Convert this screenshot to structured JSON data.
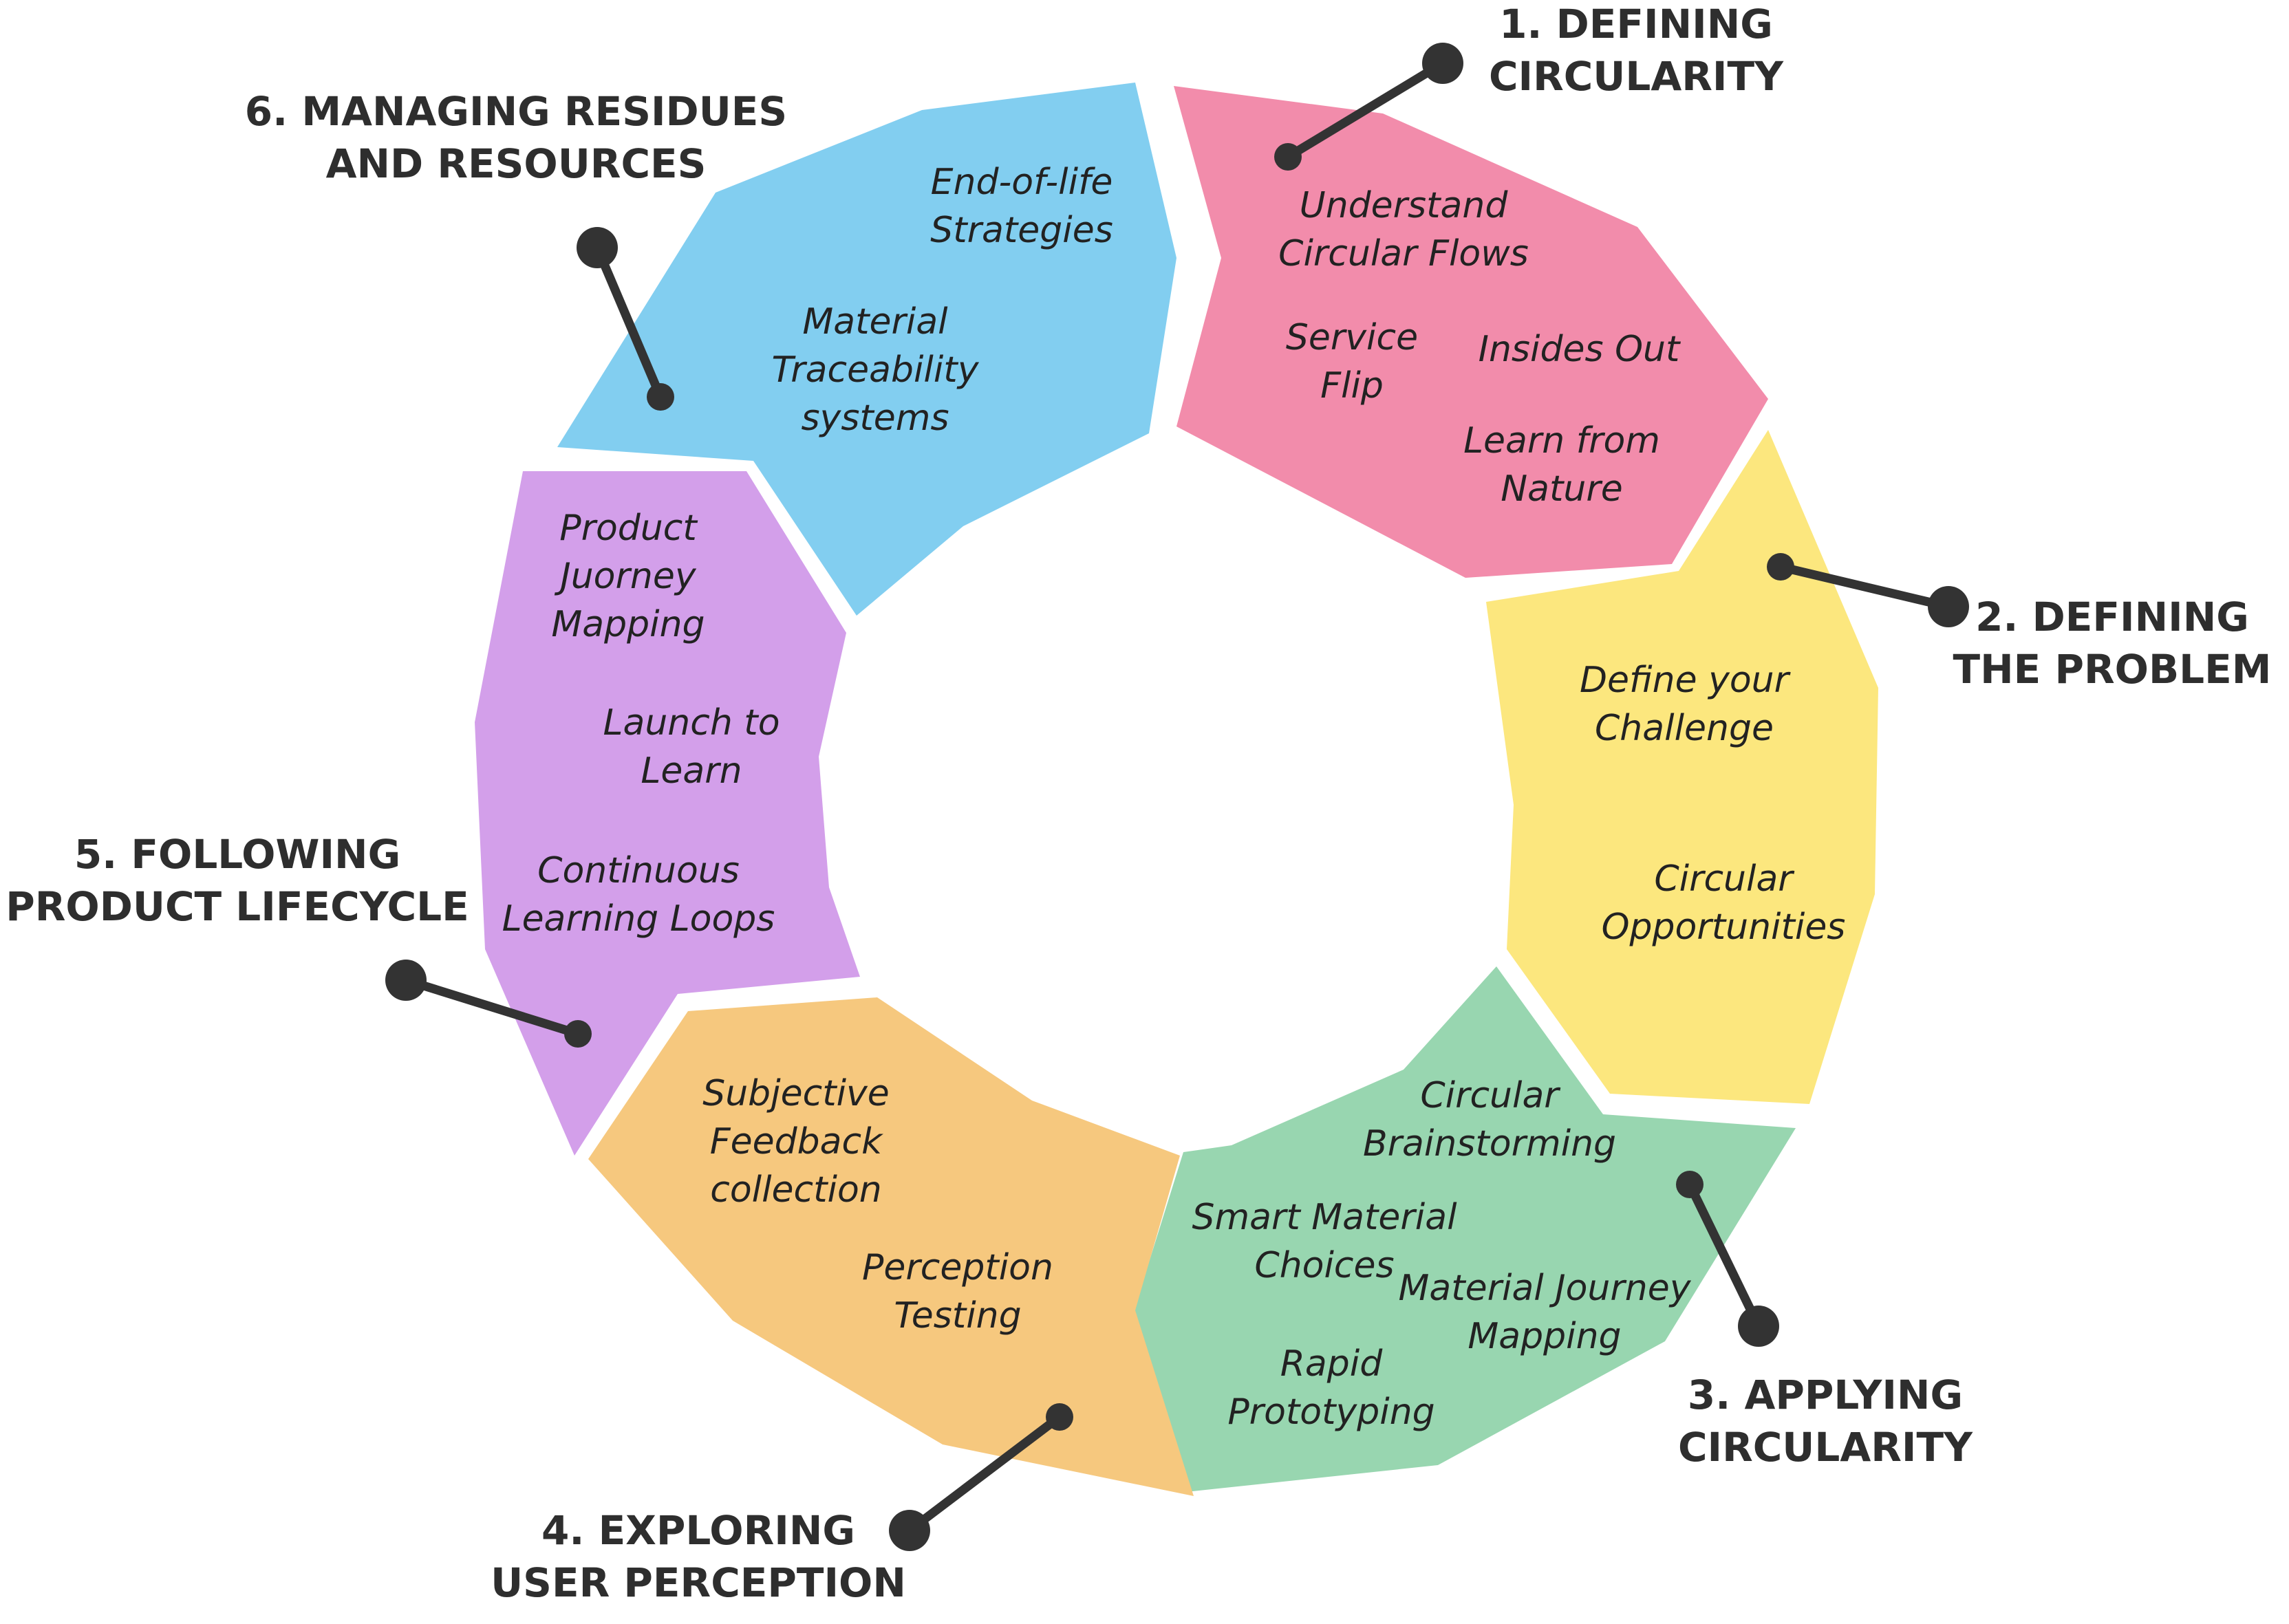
{
  "stages": [
    {
      "id": "defining-circularity",
      "color": "#F28CAB",
      "title": [
        "1. DEFINING",
        "CIRCULARITY"
      ],
      "items": [
        [
          "Understand",
          "Circular Flows"
        ],
        [
          "Service",
          "Flip"
        ],
        [
          "Insides Out"
        ],
        [
          "Learn from",
          "Nature"
        ]
      ]
    },
    {
      "id": "defining-the-problem",
      "color": "#FCE77E",
      "title": [
        "2. DEFINING",
        "THE PROBLEM"
      ],
      "items": [
        [
          "Define your",
          "Challenge"
        ],
        [
          "Circular",
          "Opportunities"
        ]
      ]
    },
    {
      "id": "applying-circularity",
      "color": "#98D6B0",
      "title": [
        "3. APPLYING",
        "CIRCULARITY"
      ],
      "items": [
        [
          "Circular",
          "Brainstorming"
        ],
        [
          "Smart Material",
          "Choices"
        ],
        [
          "Material Journey",
          "Mapping"
        ],
        [
          "Rapid",
          "Prototyping"
        ]
      ]
    },
    {
      "id": "exploring-user-perception",
      "color": "#F6C87E",
      "title": [
        "4. EXPLORING",
        "USER PERCEPTION"
      ],
      "items": [
        [
          "Subjective",
          "Feedback",
          "collection"
        ],
        [
          "Perception",
          "Testing"
        ]
      ]
    },
    {
      "id": "following-product-lifecycle",
      "color": "#D39FEA",
      "title": [
        "5. FOLLOWING",
        "PRODUCT LIFECYCLE"
      ],
      "items": [
        [
          "Product",
          "Juorney",
          "Mapping"
        ],
        [
          "Launch to",
          "Learn"
        ],
        [
          "Continuous",
          "Learning Loops"
        ]
      ]
    },
    {
      "id": "managing-residues-and-resources",
      "color": "#82CEF0",
      "title": [
        "6. MANAGING RESIDUES",
        "AND RESOURCES"
      ],
      "items": [
        [
          "End-of-life",
          "Strategies"
        ],
        [
          "Material",
          "Traceability",
          "systems"
        ]
      ]
    }
  ],
  "leader_color": "#333333"
}
